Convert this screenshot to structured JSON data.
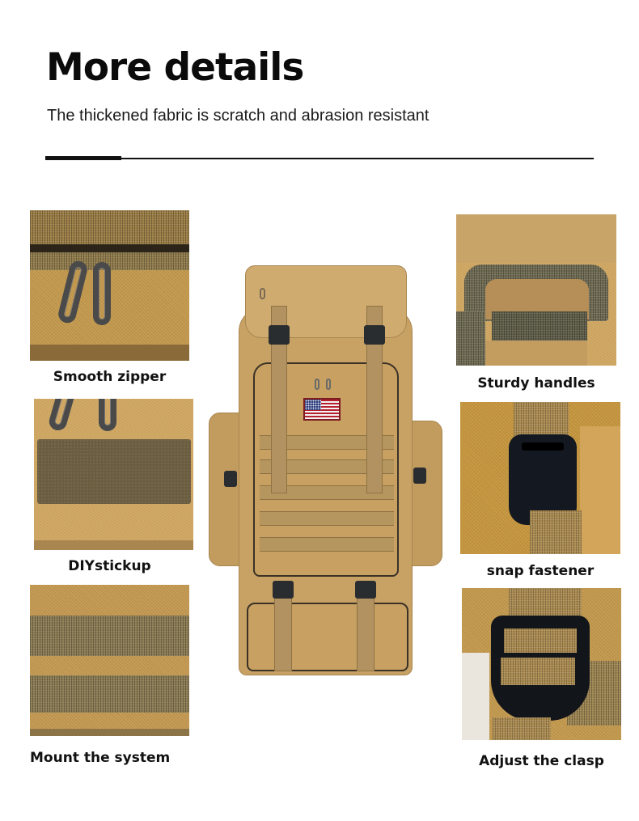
{
  "header": {
    "title": "More details",
    "subtitle": "The thickened fabric is scratch and abrasion resistant"
  },
  "colors": {
    "text": "#111111",
    "fabric_tan": "#c49a4e",
    "webbing": "#8a7a52",
    "buckle": "#141820"
  },
  "features_left": [
    {
      "label": "Smooth zipper",
      "image": "zipper-closeup"
    },
    {
      "label": "DIYstickup",
      "image": "velcro-patch-closeup"
    },
    {
      "label": "Mount the system",
      "image": "molle-webbing-closeup"
    }
  ],
  "features_right": [
    {
      "label": "Sturdy handles",
      "image": "handle-closeup"
    },
    {
      "label": "snap fastener",
      "image": "buckle-closeup"
    },
    {
      "label": "Adjust the clasp",
      "image": "ladder-lock-closeup"
    }
  ],
  "product": {
    "image": "tactical-backpack-khaki",
    "patch": "us-flag-patch"
  }
}
